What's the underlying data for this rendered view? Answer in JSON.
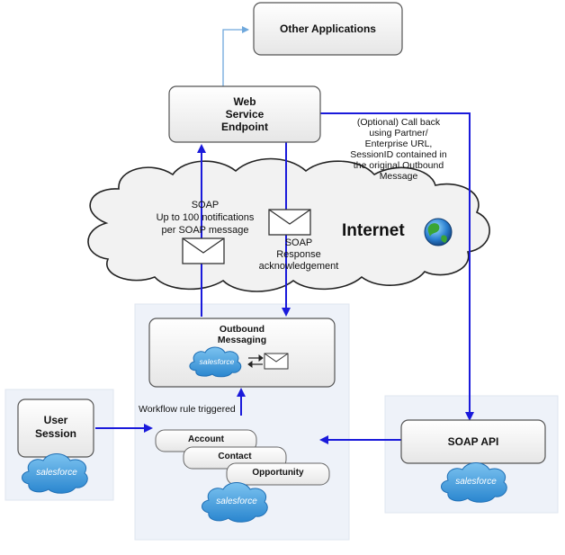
{
  "colors": {
    "arrow": "#1a1adb",
    "arrow_light": "#6fa8dc",
    "panel": "#eef2f9",
    "box_border": "#555555",
    "salesforce_cloud": "#4aa3e0"
  },
  "boxes": {
    "other_apps": "Other Applications",
    "web_service": [
      "Web",
      "Service",
      "Endpoint"
    ],
    "outbound": [
      "Outbound",
      "Messaging"
    ],
    "user_session": [
      "User",
      "Session"
    ],
    "soap_api": "SOAP API"
  },
  "internet": {
    "label": "Internet",
    "soap_request": [
      "SOAP",
      "Up to 100 notifications",
      "per SOAP message"
    ],
    "soap_response": [
      "SOAP",
      "Response",
      "acknowledgement"
    ]
  },
  "callback_note": [
    "(Optional) Call back",
    "using Partner/",
    "Enterprise URL,",
    "SessionID contained in",
    "the original Outbound",
    "Message"
  ],
  "workflow_label": "Workflow rule triggered",
  "objects": [
    "Account",
    "Contact",
    "Opportunity"
  ],
  "logo_text": "salesforce"
}
